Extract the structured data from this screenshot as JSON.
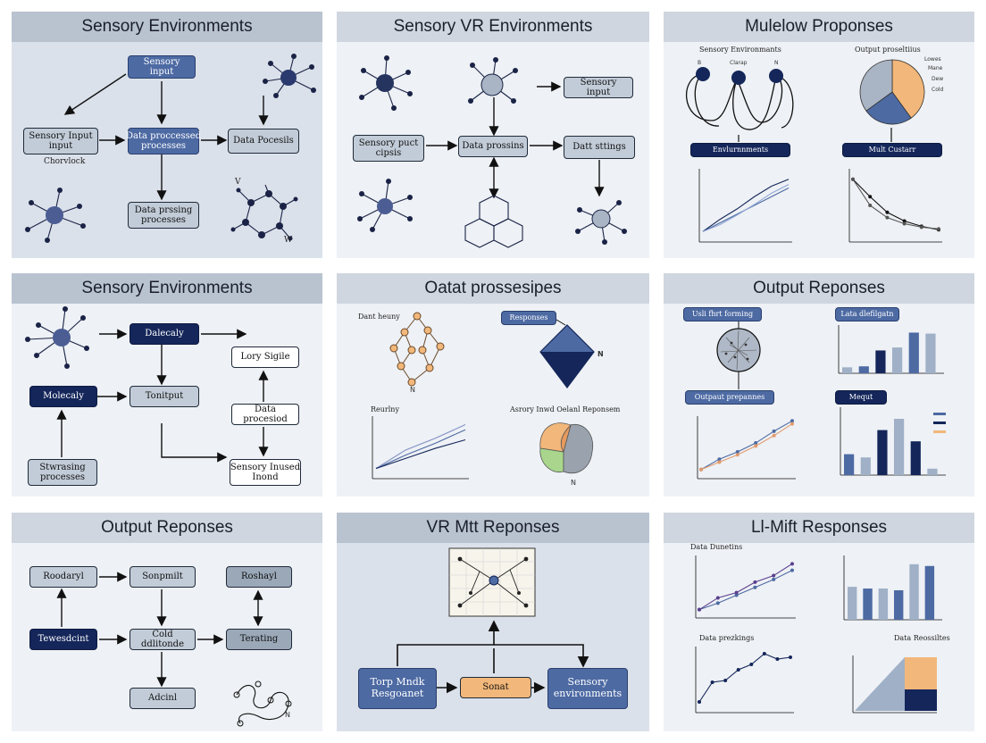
{
  "panels": {
    "p1": {
      "title": "Sensory Environments",
      "nodes": {
        "top": "Sensory input",
        "left": "Sensory Input\ninput",
        "center": "Data proccessed\nprocesses",
        "right": "Data Pocesils",
        "bottom": "Data prssing\nprocesses"
      },
      "labels": {
        "left_note": "Chorvlock",
        "v": "V",
        "w": "W"
      }
    },
    "p2": {
      "title": "Sensory VR Environments",
      "nodes": {
        "right_top": "Sensory input",
        "left": "Sensory puct\ncipsis",
        "center": "Data prossins",
        "right": "Datt sttings"
      }
    },
    "p3": {
      "title": "Mulelow Proponses",
      "labels": {
        "left_head": "Sensory Environmants",
        "right_head": "Output proseltiius",
        "n1": "B",
        "n2": "Clarap",
        "n3": "N",
        "pie_1": "Lowes",
        "pie_2": "Mane",
        "pie_3": "Dew",
        "pie_4": "Cold"
      },
      "nodes": {
        "left_bar": "Envlurnnments",
        "right_bar": "Mult Custarr"
      }
    },
    "p4": {
      "title": "Sensory Environments",
      "nodes": {
        "top": "Dalecaly",
        "right_top": "Lory Sigile",
        "left": "Molecaly",
        "center": "Tonitput",
        "right_mid": "Data procesiod",
        "bottom_left": "Stwrasing\nprocesses",
        "bottom_right": "Sensory Inused\nInond"
      }
    },
    "p5": {
      "title": "Oatat prossesipes",
      "labels": {
        "top_left": "Dant heuny",
        "bottom_left": "Reurlny",
        "bottom_right": "Asrory Inwd Oelanl Reponsem",
        "n": "N",
        "n2": "N",
        "n3": "N"
      },
      "nodes": {
        "tag": "Responses"
      }
    },
    "p6": {
      "title": "Output Reponses",
      "nodes": {
        "tl": "Usli fhrt forming",
        "tr": "Lata dlefilgatn",
        "ml": "Outpaut prepannes",
        "mr": "Mequt"
      }
    },
    "p7": {
      "title": "Output Reponses",
      "nodes": {
        "tl": "Roodaryl",
        "tc": "Sonpmilt",
        "tr": "Roshayl",
        "ml": "Tewesdcint",
        "mc": "Cold ddlitonde",
        "mr": "Terating",
        "bc": "Adcinl"
      },
      "labels": {
        "n": "N"
      }
    },
    "p8": {
      "title": "VR Mtt Reponses",
      "nodes": {
        "left": "Torp Mndk\nResgoanet",
        "center": "Sonat",
        "right": "Sensory\nenvironments"
      }
    },
    "p9": {
      "title": "Ll-Mift Responses",
      "labels": {
        "tl": "Data Dunetins",
        "bl": "Data prezkings",
        "br": "Data Reossiltes"
      }
    }
  },
  "colors": {
    "navy": "#14265a",
    "mid_blue": "#4d6aa3",
    "grey_blue": "#9aa8b8",
    "orange": "#f2b77a",
    "green": "#a9d68c"
  },
  "chart_data": [
    {
      "type": "line",
      "series": [
        {
          "values": [
            1,
            2,
            3,
            4,
            5,
            6
          ]
        },
        {
          "values": [
            1,
            2.4,
            3.6,
            5,
            6.2,
            7
          ]
        },
        {
          "values": [
            1,
            1.8,
            2.9,
            4.1,
            5.4,
            6.4
          ]
        }
      ]
    },
    {
      "type": "line",
      "series": [
        {
          "values": [
            7,
            5,
            3.2,
            2.2,
            1.6,
            1.2
          ]
        },
        {
          "values": [
            7,
            4,
            2.6,
            1.9,
            1.5,
            1.3
          ]
        }
      ]
    },
    {
      "type": "pie",
      "values": [
        40,
        25,
        35
      ]
    },
    {
      "type": "line",
      "series": [
        {
          "values": [
            1,
            2.6,
            4,
            5.6
          ]
        },
        {
          "values": [
            1,
            3.2,
            4.6,
            6.2
          ]
        },
        {
          "values": [
            1,
            2.2,
            3.4,
            4.4
          ]
        }
      ]
    },
    {
      "type": "bar",
      "values": [
        1.2,
        1.4,
        4.6,
        5.2,
        8.2,
        8
      ]
    },
    {
      "type": "line",
      "series": [
        {
          "values": [
            1,
            2.4,
            3.4,
            4.6,
            6.2,
            7.6
          ]
        },
        {
          "values": [
            1,
            2,
            3,
            4.2,
            5.6,
            7.2
          ]
        }
      ]
    },
    {
      "type": "bar",
      "values": [
        2.6,
        2.2,
        5.6,
        7,
        4.2,
        0.8
      ]
    },
    {
      "type": "line",
      "series": [
        {
          "values": [
            1,
            2,
            3.2,
            4.4,
            5.6,
            7
          ]
        },
        {
          "values": [
            1,
            2.8,
            3.6,
            5.2,
            6.2,
            8
          ]
        }
      ]
    },
    {
      "type": "bar",
      "values": [
        3.8,
        3.6,
        3.6,
        3.4,
        6.4,
        6.2
      ]
    },
    {
      "type": "line",
      "series": [
        {
          "values": [
            1,
            3.2,
            3.4,
            4.6,
            5.2,
            6.4,
            5.8,
            6
          ]
        }
      ]
    }
  ]
}
